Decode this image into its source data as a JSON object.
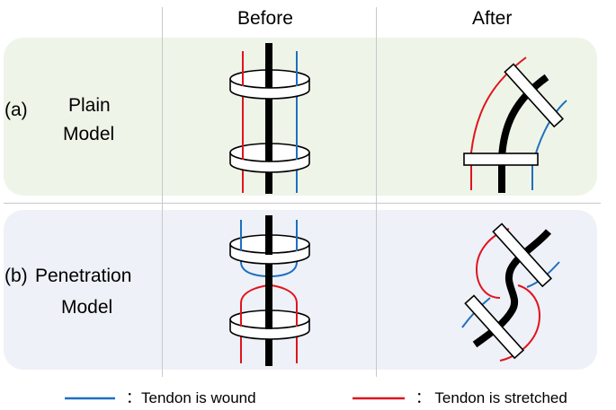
{
  "header": {
    "before": "Before",
    "after": "After"
  },
  "rows": [
    {
      "tag": "(a)",
      "name_line1": "Plain",
      "name_line2": "Model"
    },
    {
      "tag": "(b)",
      "name_line1": "Penetration",
      "name_line2": "Model"
    }
  ],
  "legend": {
    "wound": {
      "label": "：Tendon is wound",
      "color": "#1f6fbf"
    },
    "stretched": {
      "label": "：  Tendon is stretched",
      "color": "#e0141e"
    }
  },
  "colors": {
    "row_a_bg": "#eef5e8",
    "row_b_bg": "#eef1f7",
    "backbone": "#000000"
  }
}
